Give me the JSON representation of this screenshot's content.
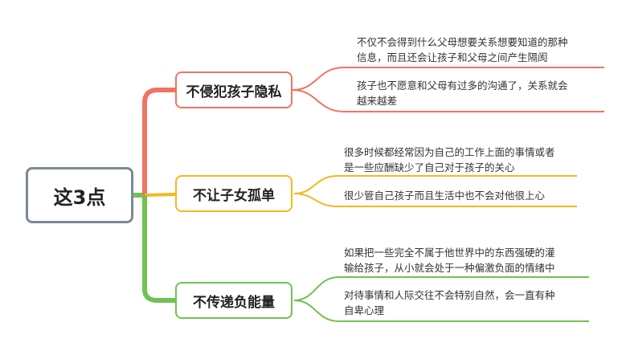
{
  "colors": {
    "root_border": "#7d8893",
    "branch_1": "#f07462",
    "branch_2": "#f5b822",
    "branch_3": "#71c153"
  },
  "root": {
    "label": "这3点"
  },
  "branches": [
    {
      "label": "不侵犯孩子隐私",
      "color": "#f07462",
      "details": [
        {
          "lines": [
            "不仅不会得到什么父母想要关系想要知道的那种",
            "信息，而且还会让孩子和父母之间产生隔阂"
          ]
        },
        {
          "lines": [
            "孩子也不愿意和父母有过多的沟通了，关系就会",
            "越来越差"
          ]
        }
      ]
    },
    {
      "label": "不让子女孤单",
      "color": "#f5b822",
      "details": [
        {
          "lines": [
            "很多时候都经常因为自己的工作上面的事情或者",
            "是一些应酬缺少了自己对于孩子的关心"
          ]
        },
        {
          "lines": [
            "很少管自己孩子而且生活中也不会对他很上心"
          ]
        }
      ]
    },
    {
      "label": "不传递负能量",
      "color": "#71c153",
      "details": [
        {
          "lines": [
            "如果把一些完全不属于他世界中的东西强硬的灌",
            "输给孩子，从小就会处于一种偏激负面的情绪中"
          ]
        },
        {
          "lines": [
            "对待事情和人际交往不会特别自然，会一直有种",
            "自卑心理"
          ]
        }
      ]
    }
  ]
}
